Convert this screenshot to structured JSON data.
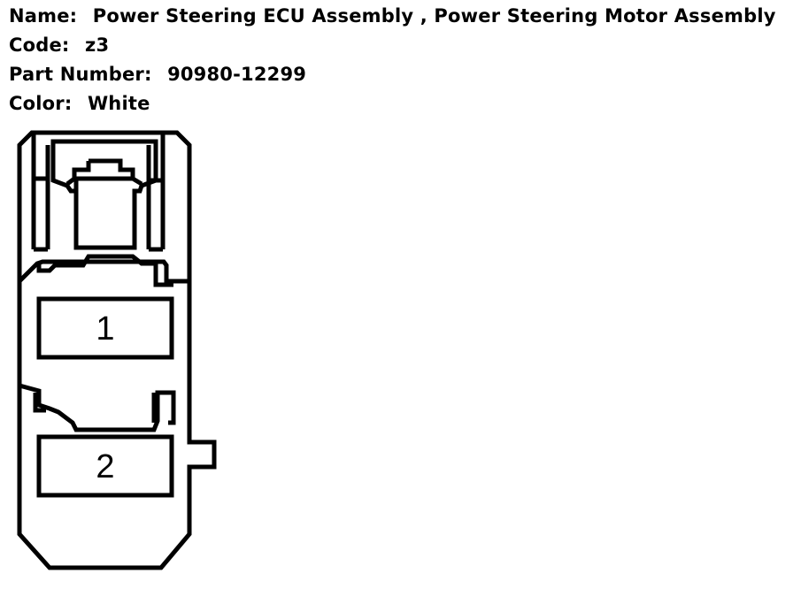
{
  "info": {
    "name_label": "Name:",
    "name_value": "Power Steering ECU Assembly , Power Steering Motor Assembly",
    "code_label": "Code:",
    "code_value": "z3",
    "part_label": "Part Number:",
    "part_value": "90980-12299",
    "color_label": "Color:",
    "color_value": "White"
  },
  "connector": {
    "pins": [
      "1",
      "2"
    ],
    "stroke_color": "#000000",
    "fill_color": "#ffffff"
  }
}
